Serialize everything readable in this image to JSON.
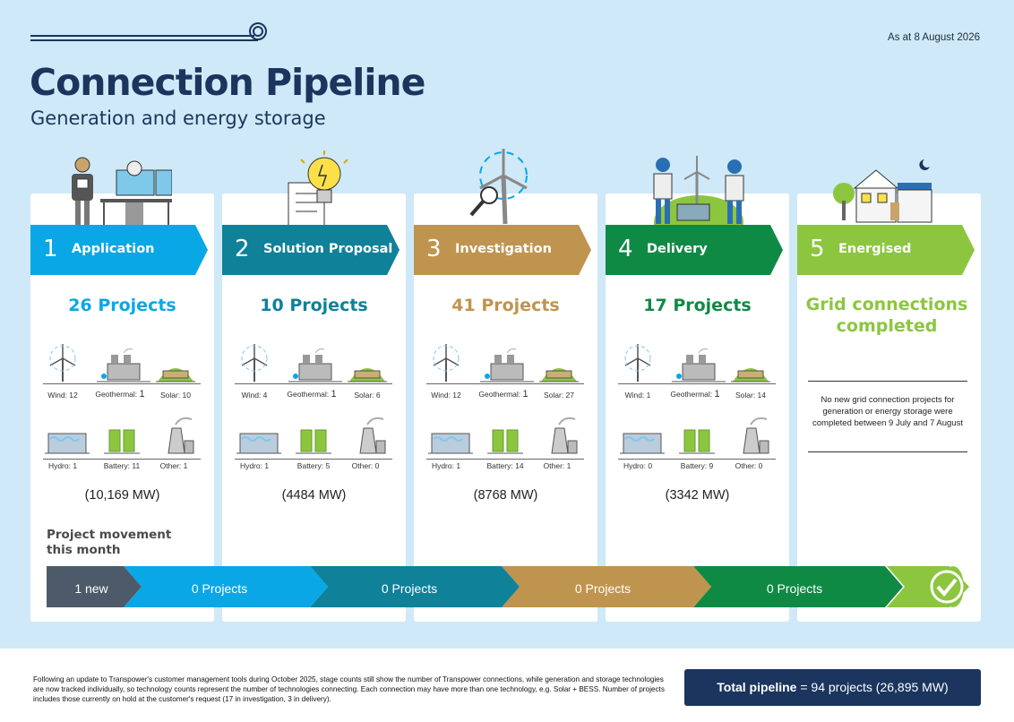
{
  "header": {
    "as_at": "As at 8 August 2026",
    "title": "Connection Pipeline",
    "subtitle": "Generation and energy storage"
  },
  "stages": [
    {
      "num": "1",
      "label": "Application",
      "color": "#0aa7e6",
      "projects": "26 Projects",
      "mw": "(10,169 MW)",
      "tech": {
        "wind": "Wind: 12",
        "geo_label": "Geothermal: ",
        "geo_val": "1",
        "solar": "Solar: 10",
        "hydro": "Hydro: 1",
        "battery": "Battery: 11",
        "other": "Other: 1"
      }
    },
    {
      "num": "2",
      "label": "Solution Proposal",
      "color": "#0f8199",
      "projects": "10 Projects",
      "mw": "(4484 MW)",
      "tech": {
        "wind": "Wind: 4",
        "geo_label": "Geothermal: ",
        "geo_val": "1",
        "solar": "Solar: 6",
        "hydro": "Hydro: 1",
        "battery": "Battery: 5",
        "other": "Other: 0"
      }
    },
    {
      "num": "3",
      "label": "Investigation",
      "color": "#bf944e",
      "projects": "41 Projects",
      "mw": "(8768 MW)",
      "tech": {
        "wind": "Wind: 12",
        "geo_label": "Geothermal: ",
        "geo_val": "1",
        "solar": "Solar: 27",
        "hydro": "Hydro: 1",
        "battery": "Battery: 14",
        "other": "Other: 1"
      }
    },
    {
      "num": "4",
      "label": "Delivery",
      "color": "#0f8a45",
      "projects": "17 Projects",
      "mw": "(3342 MW)",
      "tech": {
        "wind": "Wind: 1",
        "geo_label": "Geothermal: ",
        "geo_val": "1",
        "solar": "Solar: 14",
        "hydro": "Hydro: 0",
        "battery": "Battery: 9",
        "other": "Other: 0"
      }
    },
    {
      "num": "5",
      "label": "Energised",
      "color": "#8cc63f",
      "completed": "Grid connections completed",
      "note": "No new grid connection projects for generation or energy storage were completed between 9 July and 7 August"
    }
  ],
  "movement": {
    "heading_1": "Project movement",
    "heading_2": "this month",
    "steps": [
      "1 new",
      "0 Projects",
      "0 Projects",
      "0 Projects",
      "0 Projects"
    ],
    "colors": [
      "#4d5a69",
      "#0aa7e6",
      "#0f8199",
      "#bf944e",
      "#0f8a45",
      "#8cc63f"
    ]
  },
  "footer": {
    "note": "Following an update to Transpower's customer management tools during October 2025, stage counts still show the number of Transpower connections, while generation and storage technologies are now tracked individually, so technology counts represent the number of technologies connecting. Each connection may have more than one technology, e.g. Solar + BESS. Number of projects includes those currently on hold at the customer's request (17 in investigation, 3 in delivery).",
    "total_label": "Total pipeline",
    "total_value": " = 94 projects (26,895 MW)"
  }
}
